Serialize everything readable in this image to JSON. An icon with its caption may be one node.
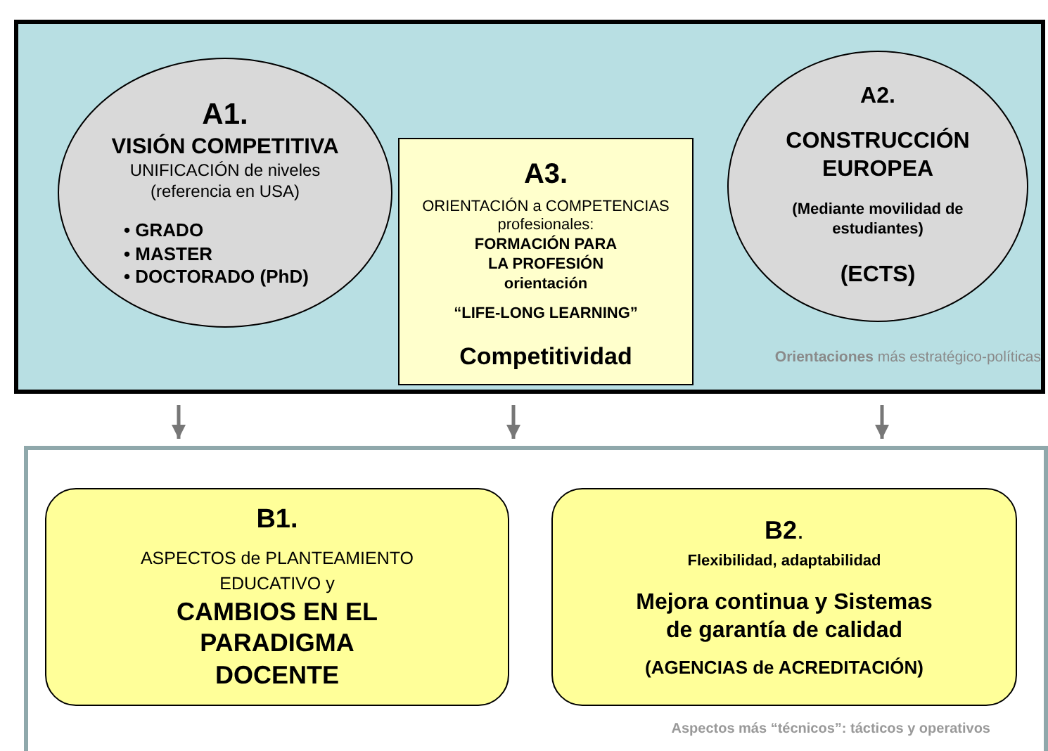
{
  "diagram": {
    "nodes": [
      {
        "text": [
          "**Orientaciones** más estratégico-políticas"
        ]
      },
      {
        "text": [
          "A1.",
          "VISIÓN COMPETITIVA",
          "UNIFICACIÓN de niveles (referencia en USA)",
          "• GRADO",
          "• MASTER",
          "• DOCTORADO (PhD)"
        ],
        "in": 0
      },
      {
        "text": [
          "A3.",
          "ORIENTACIÓN a COMPETENCIAS profesionales:",
          "FORMACIÓN PARA LA PROFESIÓN orientación",
          "“LIFE-LONG LEARNING”",
          "Competitividad"
        ],
        "in": 0
      },
      {
        "text": [
          "A2.",
          "CONSTRUCCIÓN EUROPEA",
          "(Mediante movilidad de estudiantes)",
          "(ECTS)"
        ],
        "in": 0
      },
      {
        "text": [
          "Aspectos más “técnicos”: tácticos y operativos"
        ]
      },
      {
        "text": [
          "B1.",
          "ASPECTOS de PLANTEAMIENTO EDUCATIVO y",
          "CAMBIOS EN EL PARADIGMA DOCENTE"
        ],
        "in": 4
      },
      {
        "text": [
          "**B2**.",
          "Flexibilidad,  adaptabilidad",
          "Mejora continua y Sistemas de garantía de calidad",
          "(AGENCIAS de ACREDITACIÓN)"
        ],
        "in": 4
      }
    ],
    "edges": [
      {
        "from": 0,
        "to": 4,
        "arrow": "to"
      },
      {
        "from": 0,
        "to": 4,
        "arrow": "to"
      },
      {
        "from": 0,
        "to": 4,
        "arrow": "to"
      }
    ]
  }
}
